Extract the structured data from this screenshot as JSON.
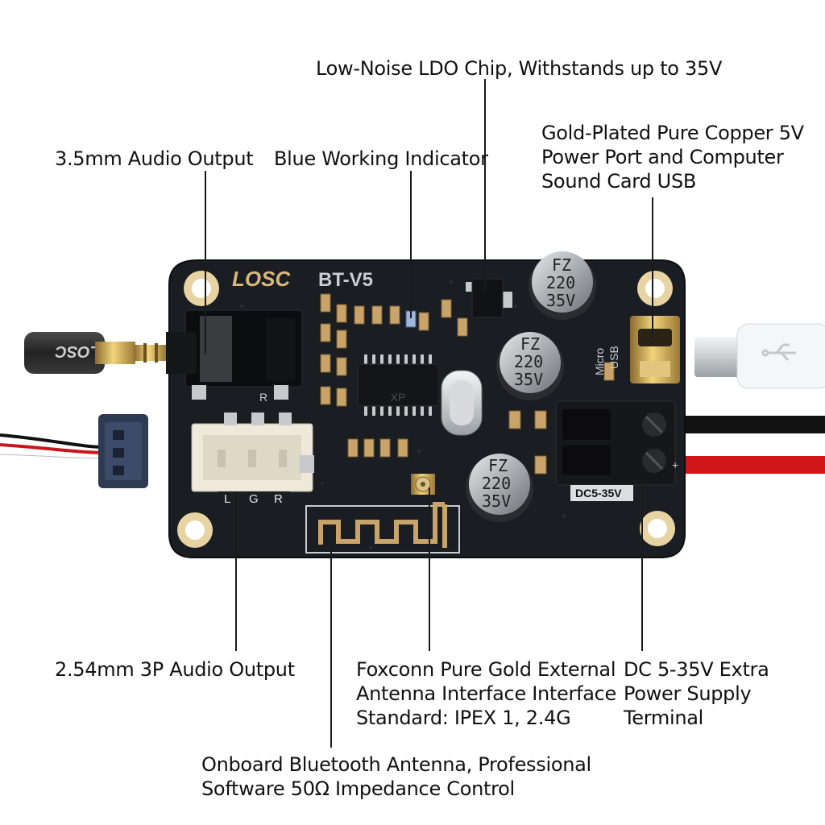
{
  "board": {
    "brand": "LOSC",
    "model": "BT-V5",
    "cap_brand": "FZ",
    "cap_value": "220",
    "cap_voltage": "35V",
    "usb_label_1": "Micro",
    "usb_label_2": "USB",
    "dc_label": "DC5-35V",
    "pin_l": "L",
    "pin_g": "G",
    "pin_r": "R",
    "silk_r": "R",
    "plus": "+",
    "cable_text": "LOSC",
    "chip_text": "XP"
  },
  "labels": {
    "ldo": [
      "Low-Noise LDO Chip, Withstands up to 35V"
    ],
    "audio_35": [
      "3.5mm Audio Output"
    ],
    "indicator": [
      "Blue Working Indicator"
    ],
    "usb_port": [
      "Gold-Plated Pure Copper 5V",
      "Power Port and Computer",
      "Sound Card USB"
    ],
    "audio_3p": [
      "2.54mm 3P Audio Output"
    ],
    "ipex": [
      "Foxconn Pure Gold External",
      "Antenna Interface Interface",
      "Standard: IPEX 1, 2.4G"
    ],
    "dc_terminal": [
      "DC 5-35V Extra",
      "Power Supply",
      "Terminal"
    ],
    "antenna": [
      "Onboard Bluetooth Antenna, Professional",
      "Software 50Ω Impedance Control"
    ]
  },
  "colors": {
    "pcb": "#1a1d22",
    "gold": "#d8b87a",
    "silk": "#c9ccd0",
    "red_wire": "#d0161b",
    "black_wire": "#111111"
  }
}
